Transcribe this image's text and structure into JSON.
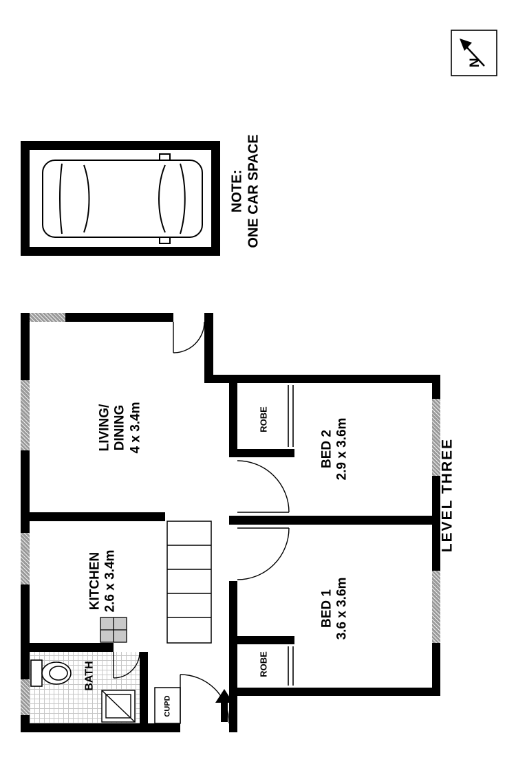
{
  "colors": {
    "wall": "#000000",
    "window_fill": "#9a9a9a",
    "background": "#ffffff"
  },
  "compass": {
    "north_label": "N"
  },
  "note": {
    "line1": "NOTE:",
    "line2": "ONE CAR SPACE"
  },
  "rooms": {
    "living": {
      "line1": "LIVING/",
      "line2": "DINING",
      "dims": "4 x 3.4m"
    },
    "kitchen": {
      "name": "KITCHEN",
      "dims": "2.6 x 3.4m"
    },
    "bath": {
      "name": "BATH"
    },
    "bed2": {
      "name": "BED 2",
      "dims": "2.9 x 3.6m"
    },
    "bed1": {
      "name": "BED 1",
      "dims": "3.6 x 3.6m"
    },
    "robe_bed2": {
      "name": "ROBE"
    },
    "robe_bed1": {
      "name": "ROBE"
    },
    "cupboard": {
      "name": "CUPD"
    }
  },
  "level": {
    "label": "LEVEL THREE"
  }
}
